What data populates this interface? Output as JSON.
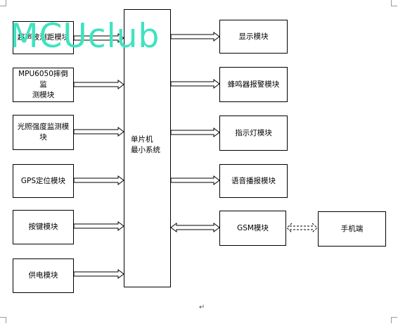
{
  "left_modules": [
    {
      "id": "ultrasonic",
      "label": "超声波测距模块"
    },
    {
      "id": "mpu6050",
      "label_line1": "MPU6050摔倒监",
      "label_line2": "测模块"
    },
    {
      "id": "light",
      "label_line1": "光照强度监测模",
      "label_line2": "块"
    },
    {
      "id": "gps",
      "label": "GPS定位模块"
    },
    {
      "id": "keys",
      "label": "按键模块"
    },
    {
      "id": "power",
      "label": "供电模块"
    }
  ],
  "mcu": {
    "line1": "单片机",
    "line2": "最小系统"
  },
  "right_modules": [
    {
      "id": "display",
      "label": "显示模块"
    },
    {
      "id": "buzzer",
      "label": "蜂鸣器报警模块"
    },
    {
      "id": "indicator",
      "label": "指示灯模块"
    },
    {
      "id": "voice",
      "label": "语音播报模块"
    },
    {
      "id": "gsm",
      "label": "GSM模块"
    }
  ],
  "phone": {
    "label": "手机端"
  },
  "watermark": {
    "text": "MCUclub"
  },
  "paragraph_mark": "↵",
  "colors": {
    "line": "#000000",
    "watermark": "#3ee3bf"
  }
}
